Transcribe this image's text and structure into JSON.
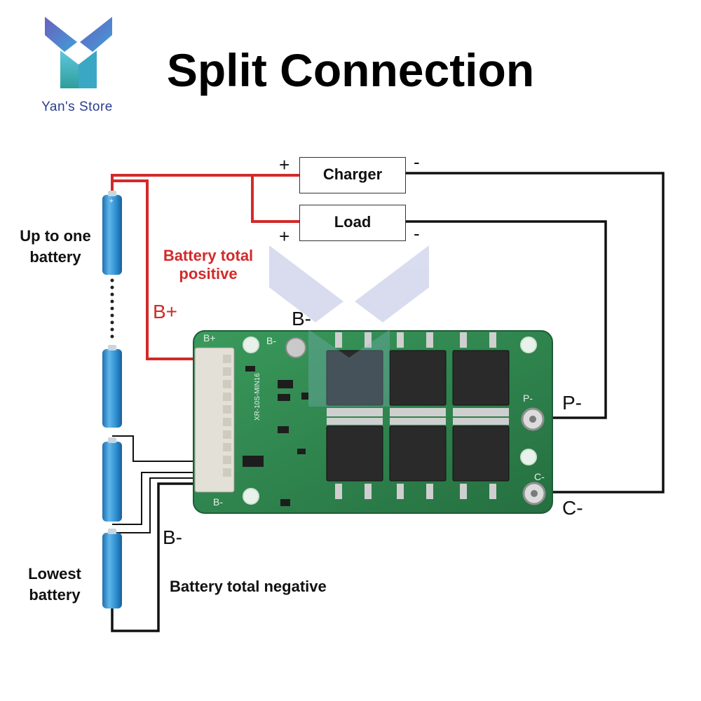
{
  "title": "Split Connection",
  "store_name": "Yan's Store",
  "labels": {
    "up_to_one": "Up to one battery",
    "lowest": "Lowest battery",
    "battery_total_positive": "Battery total positive",
    "b_plus": "B+",
    "b_minus_top": "B-",
    "b_minus_bottom": "B-",
    "battery_total_negative": "Battery total negative",
    "p_minus": "P-",
    "c_minus": "C-",
    "charger_plus": "+",
    "charger_minus": "-",
    "load_plus": "+",
    "load_minus": "-"
  },
  "boxes": {
    "charger": "Charger",
    "load": "Load"
  },
  "board": {
    "silk_b_plus": "B+",
    "silk_b_minus": "B-",
    "silk_p_minus": "P-",
    "silk_c_minus": "C-",
    "silk_model": "XR-10S-MIN16"
  },
  "colors": {
    "wire_red": "#d32a2a",
    "wire_black": "#111111",
    "pcb": "#2e8b4e",
    "battery": "#2f8fd0",
    "logo": "#5d6ab8"
  }
}
